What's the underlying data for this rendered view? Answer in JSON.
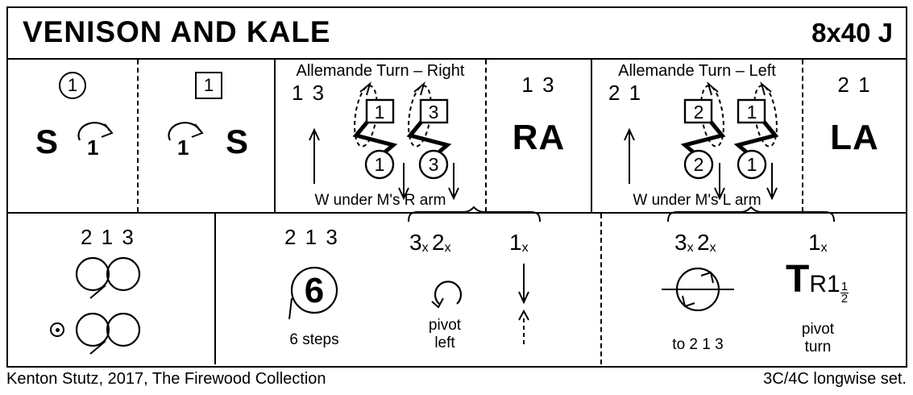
{
  "header": {
    "title": "VENISON AND KALE",
    "repeat": "8x40 J"
  },
  "footer": {
    "credit": "Kenton Stutz, 2017, The Firewood Collection",
    "formation": "3C/4C longwise set."
  },
  "bar1": {
    "set_turn_a": {
      "badge": "1",
      "set": "S",
      "turn": "1"
    },
    "set_turn_b": {
      "badge": "1",
      "set": "S",
      "turn": "1"
    },
    "allemande_right": {
      "title": "Allemande Turn – Right",
      "couples": "1 3",
      "man_a": "1",
      "woman_a": "1",
      "man_b": "3",
      "woman_b": "3",
      "caption": "W under M's R arm"
    },
    "ra": {
      "couples": "1 3",
      "label": "RA"
    },
    "allemande_left": {
      "title": "Allemande Turn – Left",
      "couples": "2 1",
      "man_a": "2",
      "woman_a": "2",
      "man_b": "1",
      "woman_b": "1",
      "caption": "W under M's L arm"
    },
    "la": {
      "couples": "2 1",
      "label": "LA"
    }
  },
  "bar2": {
    "progression": {
      "order": "2 1 3"
    },
    "circle": {
      "order": "2 1 3",
      "count": "6",
      "caption": "6 steps"
    },
    "cast": {
      "bars_a": "3",
      "bars_a_x": "x",
      "bars_b": "2",
      "bars_b_x": "x",
      "bars_c": "1",
      "bars_c_x": "x",
      "caption_line1": "pivot",
      "caption_line2": "left"
    },
    "turn": {
      "bars_a": "3",
      "bars_a_x": "x",
      "bars_b": "2",
      "bars_b_x": "x",
      "bars_c": "1",
      "bars_c_x": "x",
      "destination": "to 2 1 3",
      "symbol": "T",
      "sub": "R1",
      "frac_num": "1",
      "frac_den": "2",
      "caption_line1": "pivot",
      "caption_line2": "turn"
    }
  }
}
